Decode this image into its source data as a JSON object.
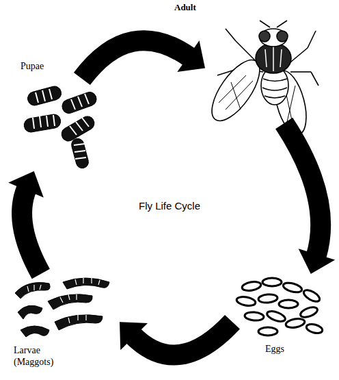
{
  "diagram": {
    "nodes": [
      {
        "text": [
          "Adult"
        ]
      },
      {
        "text": [
          "Eggs"
        ]
      },
      {
        "text": [
          "Larvae (Maggots)"
        ]
      },
      {
        "text": [
          "Pupae"
        ]
      }
    ],
    "edges": [
      {
        "from": 0,
        "to": 1,
        "arrow": "to"
      },
      {
        "from": 1,
        "to": 2,
        "arrow": "to"
      },
      {
        "from": 2,
        "to": 3,
        "arrow": "to"
      },
      {
        "from": 3,
        "to": 0,
        "arrow": "to"
      }
    ],
    "labels": [
      "Fly Life Cycle"
    ]
  }
}
